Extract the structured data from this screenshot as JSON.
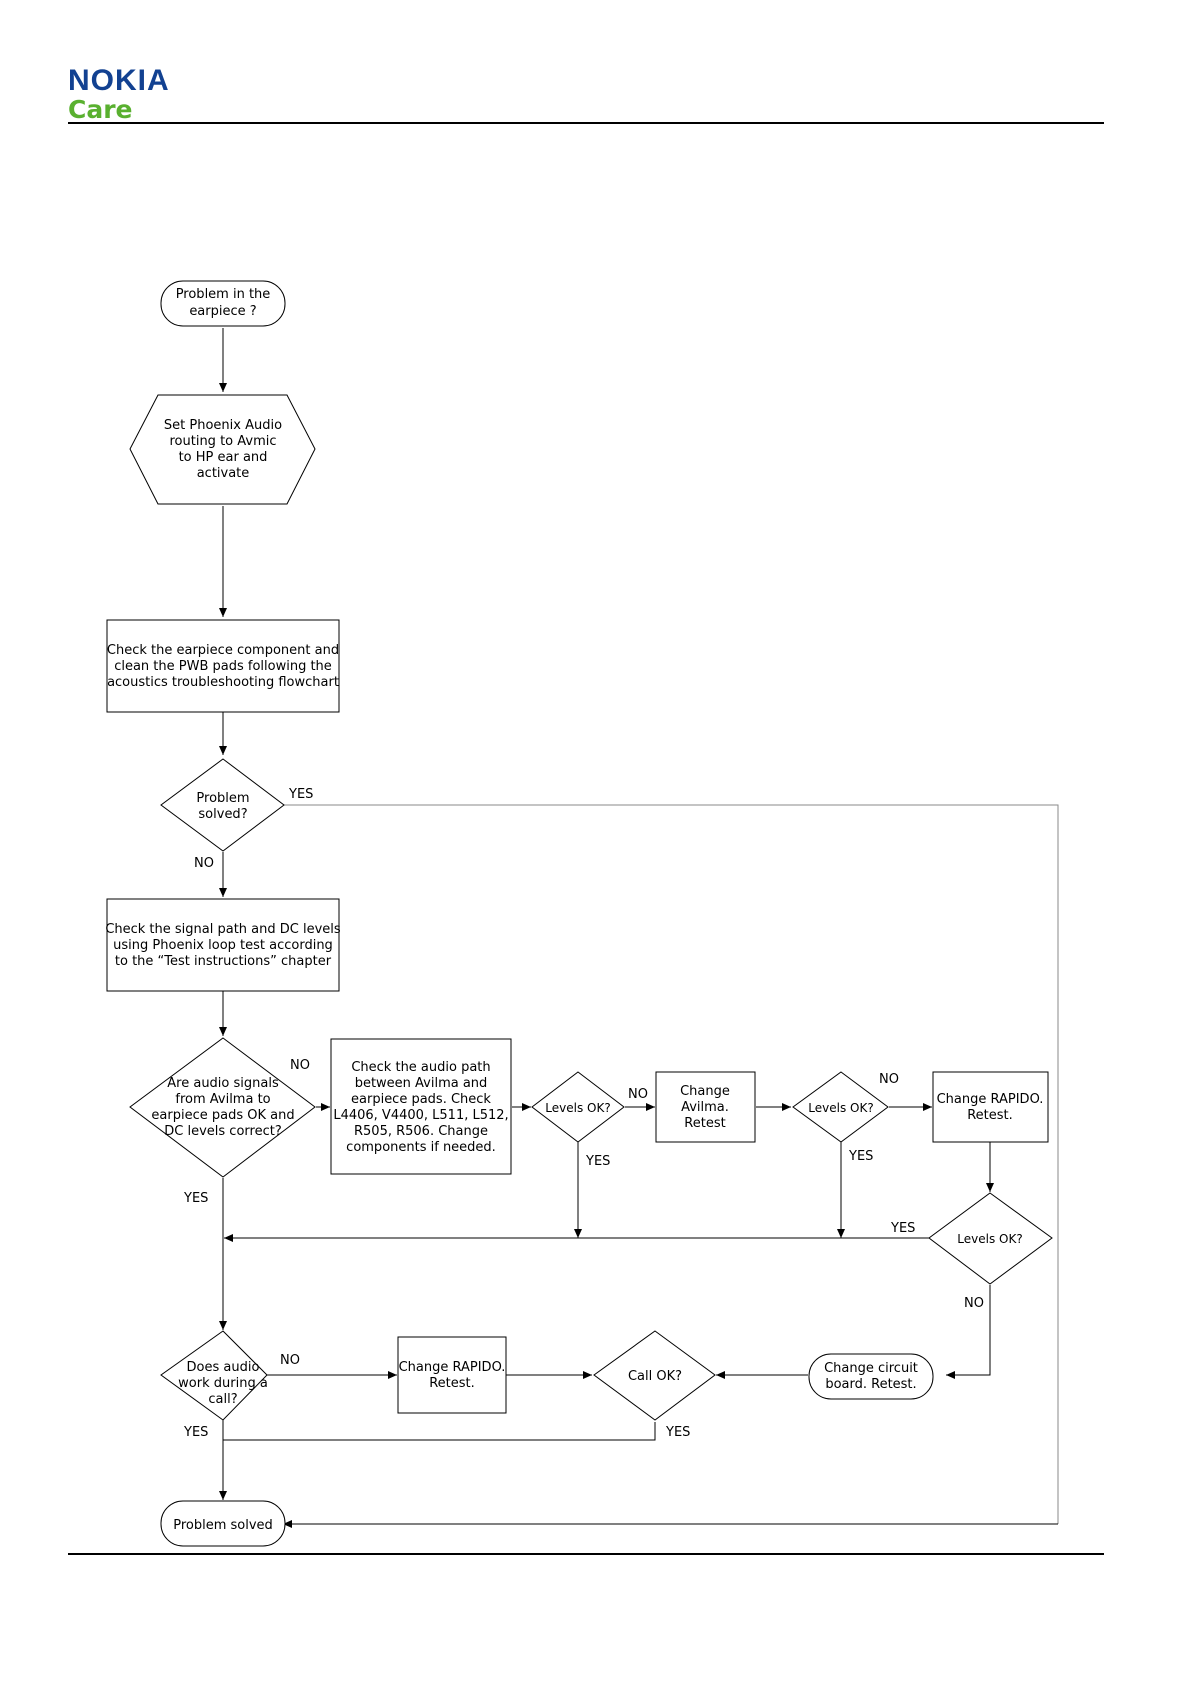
{
  "header": {
    "brand": "NOKIA",
    "brand_sub": "Care"
  },
  "flowchart": {
    "start": [
      "Problem in the",
      "earpiece ?"
    ],
    "set_routing": [
      "Set Phoenix Audio",
      "routing to Avmic",
      "to HP ear and",
      "activate"
    ],
    "check_earpiece": [
      "Check the earpiece component and",
      "clean the PWB pads following the",
      "acoustics troubleshooting flowchart"
    ],
    "problem_solved_q": [
      "Problem",
      "solved?"
    ],
    "check_signal": [
      "Check the signal path and DC levels",
      "using Phoenix loop test according",
      "to the “Test instructions” chapter"
    ],
    "audio_signals_q": [
      "Are audio signals",
      "from Avilma to",
      "earpiece pads OK and",
      "DC levels correct?"
    ],
    "check_audio_path": [
      "Check the audio path",
      "between Avilma and",
      "earpiece pads. Check",
      "L4406, V4400, L511, L512,",
      "R505, R506. Change",
      "components if needed."
    ],
    "levels_ok_1": [
      "Levels OK?"
    ],
    "change_avilma": [
      "Change",
      "Avilma.",
      "Retest"
    ],
    "levels_ok_2": [
      "Levels OK?"
    ],
    "change_rapido_1": [
      "Change RAPIDO.",
      "Retest."
    ],
    "levels_ok_3": [
      "Levels OK?"
    ],
    "audio_call_q": [
      "Does audio",
      "work during a",
      "call?"
    ],
    "change_rapido_2": [
      "Change RAPIDO.",
      "Retest."
    ],
    "call_ok_q": [
      "Call OK?"
    ],
    "change_board": [
      "Change circuit",
      "board. Retest."
    ],
    "end": [
      "Problem solved"
    ],
    "labels": {
      "yes": "YES",
      "no": "NO"
    }
  }
}
